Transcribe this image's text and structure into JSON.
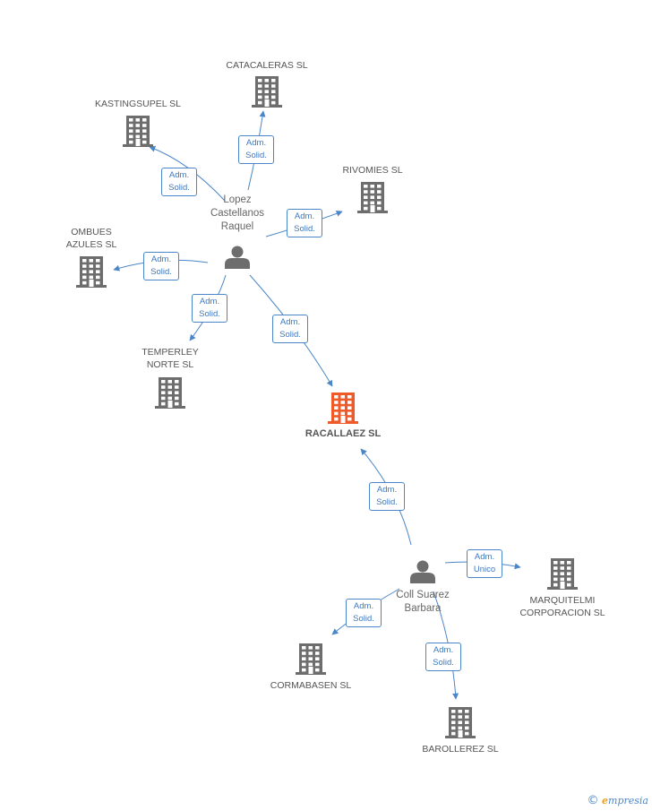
{
  "colors": {
    "edge": "#4a86c8",
    "building": "#6d6d6d",
    "highlight": "#f05a28",
    "person": "#6d6d6d"
  },
  "companies": [
    {
      "id": "catacaleras",
      "label": "CATACALERAS SL"
    },
    {
      "id": "kastingsupel",
      "label": "KASTINGSUPEL SL"
    },
    {
      "id": "rivomies",
      "label": "RIVOMIES SL"
    },
    {
      "id": "ombues",
      "label": "OMBUES\nAZULES SL"
    },
    {
      "id": "temperley",
      "label": "TEMPERLEY\nNORTE SL"
    },
    {
      "id": "racallaez",
      "label": "RACALLAEZ SL",
      "main": true
    },
    {
      "id": "marquitelmi",
      "label": "MARQUITELMI\nCORPORACION SL"
    },
    {
      "id": "cormabasen",
      "label": "CORMABASEN SL"
    },
    {
      "id": "barollerez",
      "label": "BAROLLEREZ SL"
    }
  ],
  "persons": [
    {
      "id": "lopez",
      "label": "Lopez\nCastellanos\nRaquel"
    },
    {
      "id": "coll",
      "label": "Coll Suarez\nBarbara"
    }
  ],
  "edges": [
    {
      "from": "lopez",
      "to": "catacaleras",
      "role": "Adm.\nSolid."
    },
    {
      "from": "lopez",
      "to": "kastingsupel",
      "role": "Adm.\nSolid."
    },
    {
      "from": "lopez",
      "to": "rivomies",
      "role": "Adm.\nSolid."
    },
    {
      "from": "lopez",
      "to": "ombues",
      "role": "Adm.\nSolid."
    },
    {
      "from": "lopez",
      "to": "temperley",
      "role": "Adm.\nSolid."
    },
    {
      "from": "lopez",
      "to": "racallaez",
      "role": "Adm.\nSolid."
    },
    {
      "from": "coll",
      "to": "racallaez",
      "role": "Adm.\nSolid."
    },
    {
      "from": "coll",
      "to": "marquitelmi",
      "role": "Adm.\nUnico"
    },
    {
      "from": "coll",
      "to": "cormabasen",
      "role": "Adm.\nSolid."
    },
    {
      "from": "coll",
      "to": "barollerez",
      "role": "Adm.\nSolid."
    }
  ],
  "footer": {
    "copyright": "©",
    "brand_initial": "e",
    "brand_rest": "mpresia"
  }
}
